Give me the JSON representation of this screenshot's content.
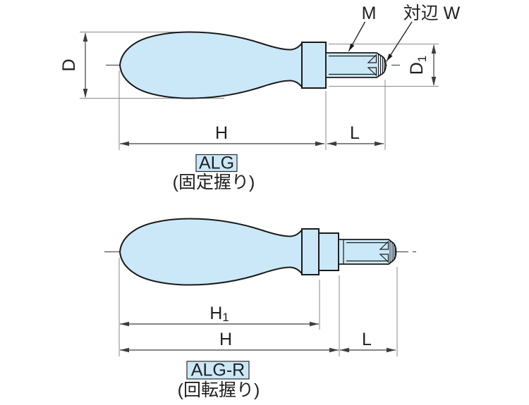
{
  "colors": {
    "background": "#ffffff",
    "part_fill": "#cbe8f8",
    "outline": "#1a1a1a",
    "dimension_line": "#3c3c3c",
    "extension_line": "#8a8a8a",
    "code_box_fill": "#cbe8f8",
    "text": "#1f1f1f"
  },
  "alg": {
    "code": "ALG",
    "caption": "(固定握り)",
    "labels": {
      "d": "D",
      "m": "M",
      "w": "対辺 W",
      "d1_base": "D",
      "d1_sub": "1",
      "h": "H",
      "l": "L"
    }
  },
  "alg_r": {
    "code": "ALG-R",
    "caption": "(回転握り)",
    "labels": {
      "h1_base": "H",
      "h1_sub": "1",
      "h": "H",
      "l": "L"
    }
  }
}
